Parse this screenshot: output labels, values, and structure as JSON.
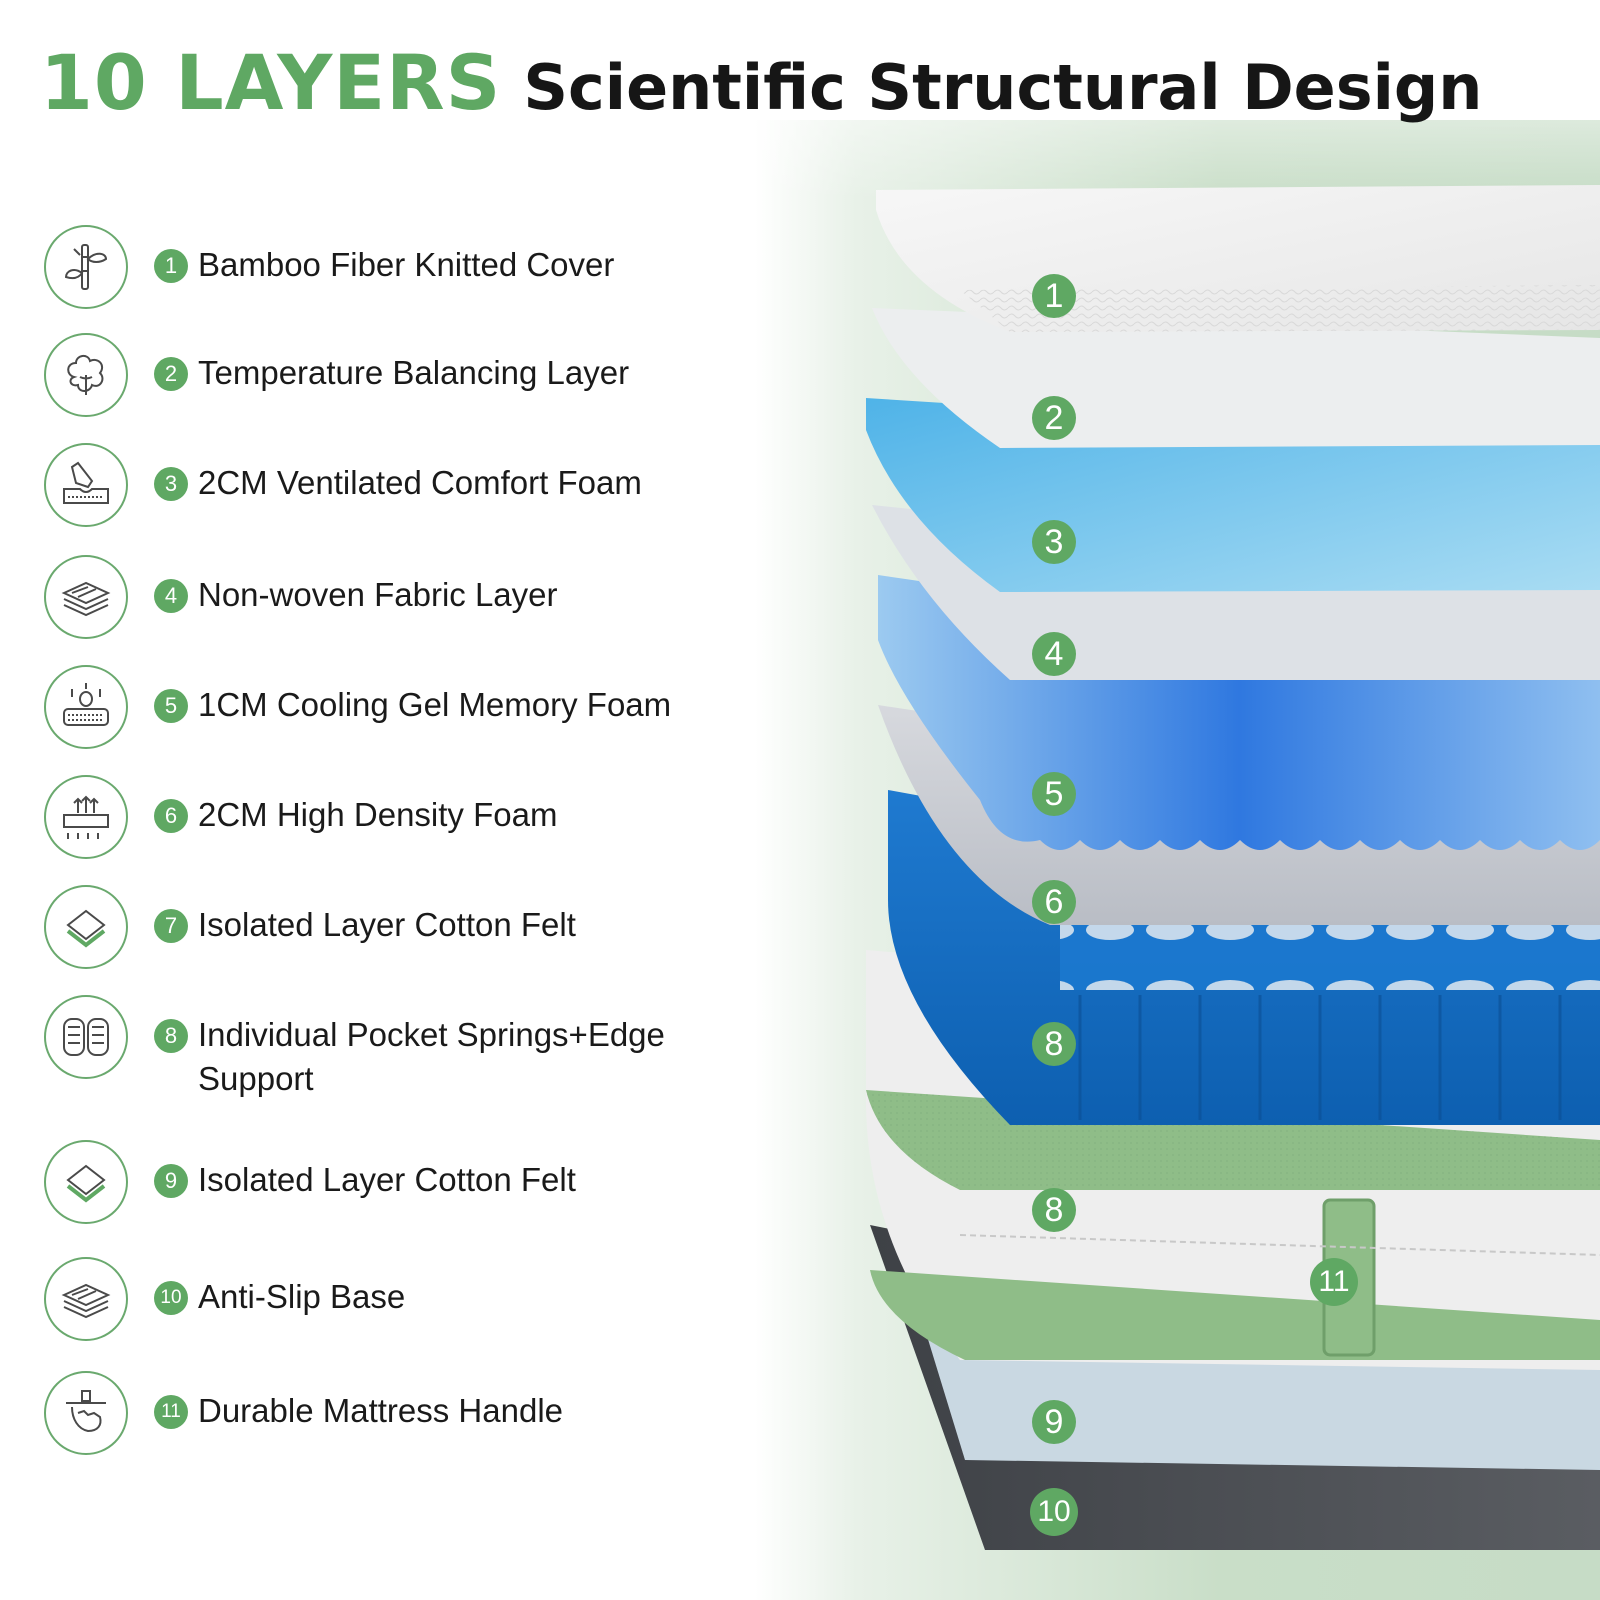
{
  "header": {
    "accent": "10 LAYERS",
    "rest": "Scientific Structural Design"
  },
  "colors": {
    "accent": "#5fa863",
    "text": "#1a1a1a"
  },
  "features": [
    {
      "number": "1",
      "label": "Bamboo Fiber Knitted Cover",
      "icon": "bamboo-icon"
    },
    {
      "number": "2",
      "label": "Temperature Balancing Layer",
      "icon": "cotton-icon"
    },
    {
      "number": "3",
      "label": "2CM Ventilated Comfort Foam",
      "icon": "hand-press-icon"
    },
    {
      "number": "4",
      "label": "Non-woven Fabric Layer",
      "icon": "fabric-layers-icon"
    },
    {
      "number": "5",
      "label": "1CM Cooling Gel Memory Foam",
      "icon": "gel-foam-icon"
    },
    {
      "number": "6",
      "label": "2CM High Density Foam",
      "icon": "density-foam-icon"
    },
    {
      "number": "7",
      "label": "Isolated Layer Cotton Felt",
      "icon": "felt-icon"
    },
    {
      "number": "8",
      "label": "Individual Pocket Springs+Edge Support",
      "icon": "springs-icon"
    },
    {
      "number": "9",
      "label": "Isolated Layer Cotton Felt",
      "icon": "felt-icon"
    },
    {
      "number": "10",
      "label": "Anti-Slip Base",
      "icon": "fabric-layers-icon"
    },
    {
      "number": "11",
      "label": "Durable Mattress Handle",
      "icon": "handle-icon"
    }
  ],
  "diagram_badges": [
    "1",
    "2",
    "3",
    "4",
    "5",
    "6",
    "8",
    "8",
    "11",
    "9",
    "10"
  ]
}
